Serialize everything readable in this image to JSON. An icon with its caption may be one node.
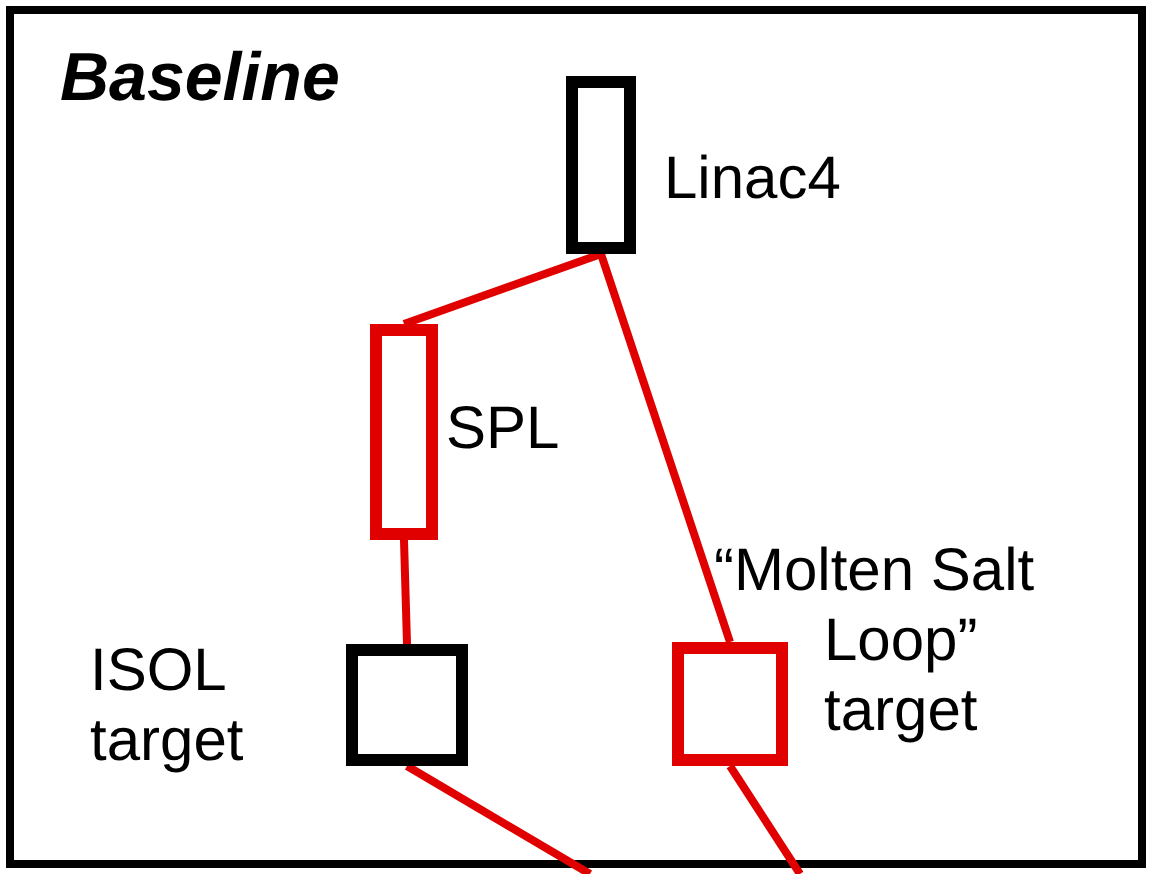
{
  "diagram": {
    "title": "Baseline",
    "nodes": [
      {
        "text": [],
        "shape": "box",
        "beside": [
          "Linac4"
        ]
      },
      {
        "text": [],
        "shape": "box",
        "beside": [
          "SPL"
        ]
      },
      {
        "text": [],
        "shape": "box",
        "beside": [
          "ISOL target"
        ]
      },
      {
        "text": [],
        "shape": "box",
        "beside": [
          "“Molten Salt Loop” target"
        ]
      }
    ],
    "edges": [
      {
        "from": 0,
        "to": 1,
        "arrow": "none"
      },
      {
        "from": 0,
        "to": 3,
        "arrow": "none"
      },
      {
        "from": 1,
        "to": 2,
        "arrow": "none"
      },
      {
        "from": 2,
        "to": null,
        "arrow": "none"
      },
      {
        "from": 3,
        "to": null,
        "arrow": "none"
      }
    ]
  }
}
